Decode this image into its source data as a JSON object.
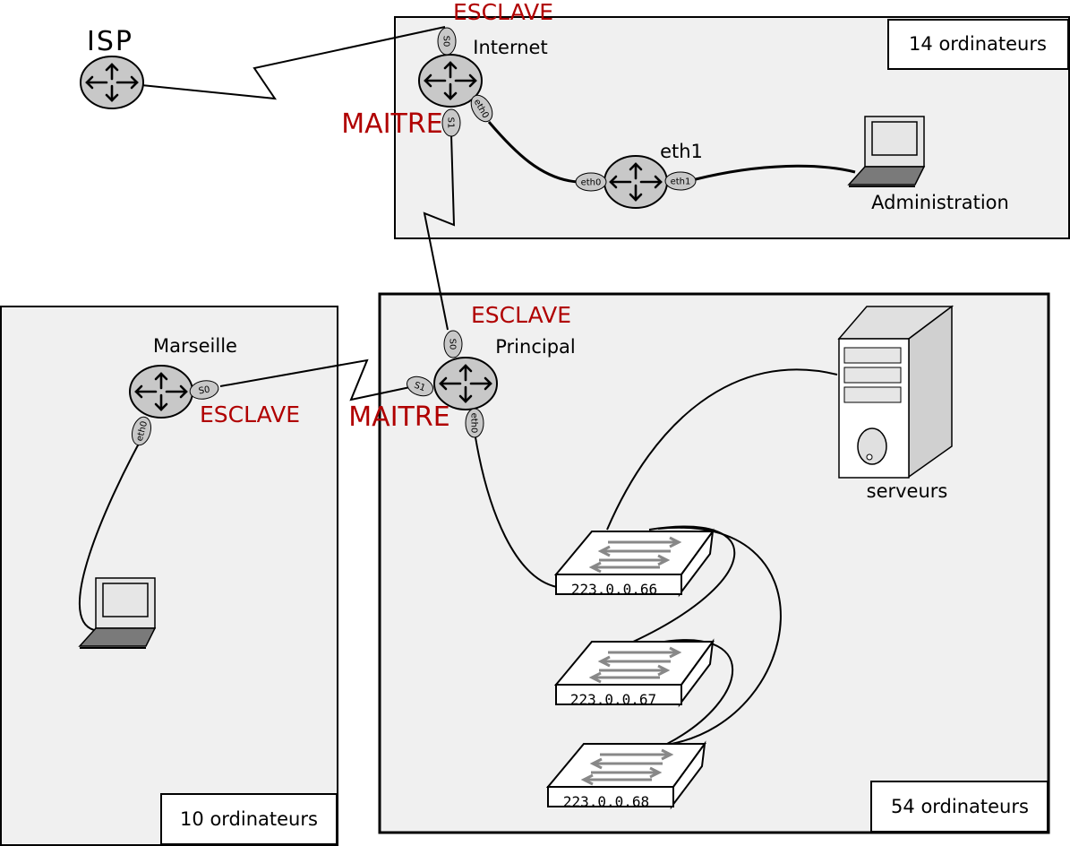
{
  "labels": {
    "isp": "ISP",
    "internet": "Internet",
    "principal": "Principal",
    "marseille": "Marseille",
    "eth1_router": "eth1",
    "administration": "Administration",
    "serveurs": "serveurs"
  },
  "roles": {
    "internet_s0": "ESCLAVE",
    "internet_s1": "MAITRE",
    "principal_s0": "ESCLAVE",
    "principal_s1": "MAITRE",
    "marseille_s0": "ESCLAVE"
  },
  "ports": {
    "internet_s0": "S0",
    "internet_s1": "S1",
    "internet_eth0": "eth0",
    "eth1router_eth0": "eth0",
    "eth1router_eth1": "eth1",
    "principal_s0": "S0",
    "principal_s1": "S1",
    "principal_eth0": "eth0",
    "marseille_s0": "S0",
    "marseille_eth0": "eth0"
  },
  "counts": {
    "internet_zone": "14 ordinateurs",
    "principal_zone": "54 ordinateurs",
    "marseille_zone": "10 ordinateurs"
  },
  "switches": [
    "223.0.0.66",
    "223.0.0.67",
    "223.0.0.68"
  ],
  "colors": {
    "role_red": "#b00000",
    "zone_fill": "#f0f0f0",
    "router_fill": "#c8c8c8"
  }
}
